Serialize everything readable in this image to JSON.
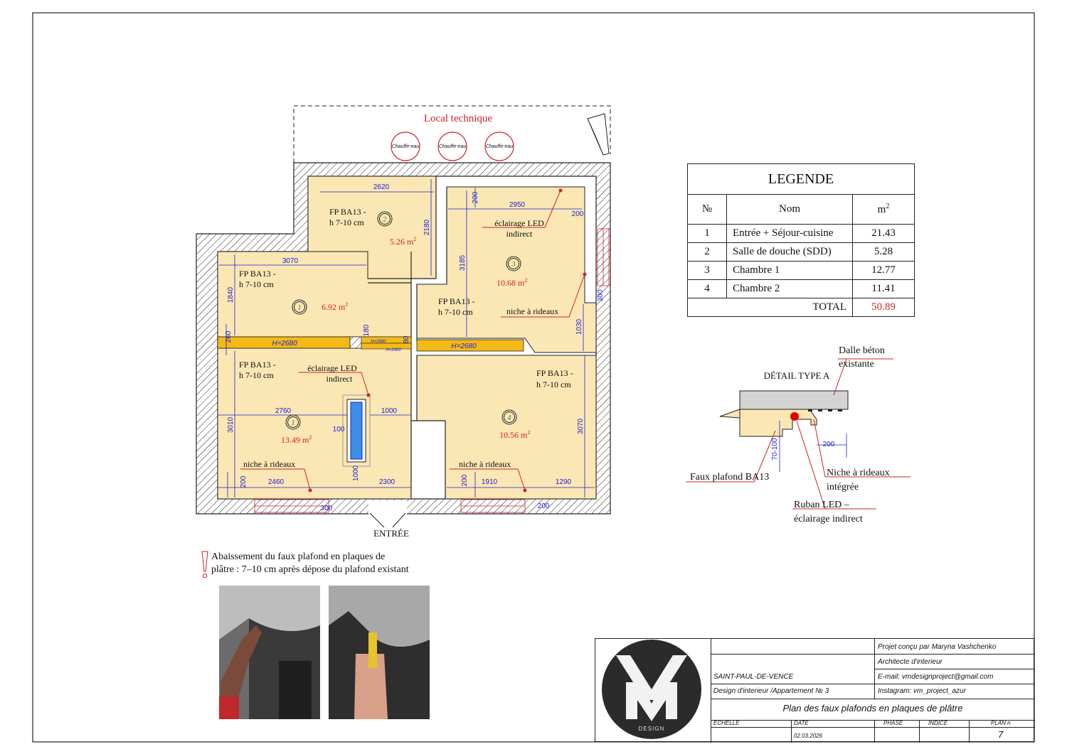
{
  "plan": {
    "local_technique": "Local technique",
    "chauffe_eau": [
      "Chauffe-eau",
      "Chauffe-eau",
      "Chauffe-eau"
    ],
    "entree": "ENTRÉE",
    "rooms": [
      {
        "num": "1",
        "fp": "FP BA13 -",
        "h": "h 7-10 cm",
        "area": "6.92 m",
        "led": "",
        "niche": ""
      },
      {
        "num": "2",
        "fp": "FP BA13 -",
        "h": "h 7-10 cm",
        "area": "5.26 m",
        "led": "",
        "niche": ""
      },
      {
        "num": "3",
        "fp": "FP BA13 -",
        "h": "h 7-10 cm",
        "area": "10.68 m",
        "led": "éclairage LED",
        "led2": "indirect",
        "niche": "niche à rideaux"
      },
      {
        "num": "1",
        "fp": "FP BA13 -",
        "h": "h 7-10 cm",
        "area": "13.49 m",
        "led": "éclairage LED",
        "led2": "indirect",
        "niche": "niche à rideaux"
      },
      {
        "num": "4",
        "fp": "FP BA13 -",
        "h": "h 7-10 cm",
        "area": "10.56 m",
        "led": "",
        "niche": "niche à rideaux"
      }
    ],
    "dims": {
      "d2620": "2620",
      "d2180": "2180",
      "d2950": "2950",
      "d200a": "200",
      "d200b": "200",
      "d3185": "3185",
      "d3070a": "3070",
      "d1840": "1840",
      "d260": "260",
      "d180": "180",
      "d80": "80",
      "d1030": "1030",
      "d300a": "300",
      "d2760": "2760",
      "d1000a": "1000",
      "d100a": "100",
      "d1000b": "1000",
      "d3010": "3010",
      "d3070b": "3070",
      "d200c": "200",
      "d2460": "2460",
      "d2300": "2300",
      "d200d": "200",
      "d1910": "1910",
      "d1290": "1290",
      "d300b": "300",
      "d200e": "200"
    },
    "beams": {
      "h1": "H=2680",
      "h2": "H=2680",
      "h3": "H=2400",
      "h4": "H=2680"
    }
  },
  "legend": {
    "title": "LEGENDE",
    "head": {
      "num": "№",
      "name": "Nom",
      "unit": "m"
    },
    "rows": [
      {
        "num": "1",
        "name": "Entrée + Séjour-cuisine",
        "area": "21.43"
      },
      {
        "num": "2",
        "name": "Salle de douche (SDD)",
        "area": "5.28"
      },
      {
        "num": "3",
        "name": "Chambre 1",
        "area": "12.77"
      },
      {
        "num": "4",
        "name": "Chambre 2",
        "area": "11.41"
      }
    ],
    "total_label": "TOTAL",
    "total_value": "50.89"
  },
  "detail": {
    "title": "DÉTAIL TYPE A",
    "dalle1": "Dalle béton",
    "dalle2": "existante",
    "faux": "Faux plafond BA13",
    "niche1": "Niche à rideaux",
    "niche2": "intégrée",
    "ruban1": "Ruban LED –",
    "ruban2": "éclairage indirect",
    "d70": "70-100",
    "d200": "200"
  },
  "note": {
    "line1": "Abaissement du faux plafond en plaques de",
    "line2": "plâtre : 7–10 cm après dépose du plafond existant"
  },
  "titleblock": {
    "author": "Projet conçu par Maryna Vashchenko",
    "role": "Architecte d'interieur",
    "email": "E-mail: vmdesignproject@gmail.com",
    "instagram": "Instagram: vm_project_azur",
    "city": "SAINT-PAUL-DE-VENCE",
    "project": "Design d'interieur /Appartement № 3",
    "plan_title": "Plan des faux plafonds en plaques de plâtre",
    "echelle": "ECHELLE",
    "date_label": "DATE",
    "date": "02.03.2026",
    "phase": "PHASE",
    "indice": "INDICE",
    "plan_n": "PLAN n",
    "plan_num": "7",
    "logo_text": "DESIGN"
  },
  "colors": {
    "room": "#fbe7b4",
    "beam": "#f5b916",
    "dim": "#1a22d6",
    "red": "#d0202a",
    "wall": "#222222"
  }
}
